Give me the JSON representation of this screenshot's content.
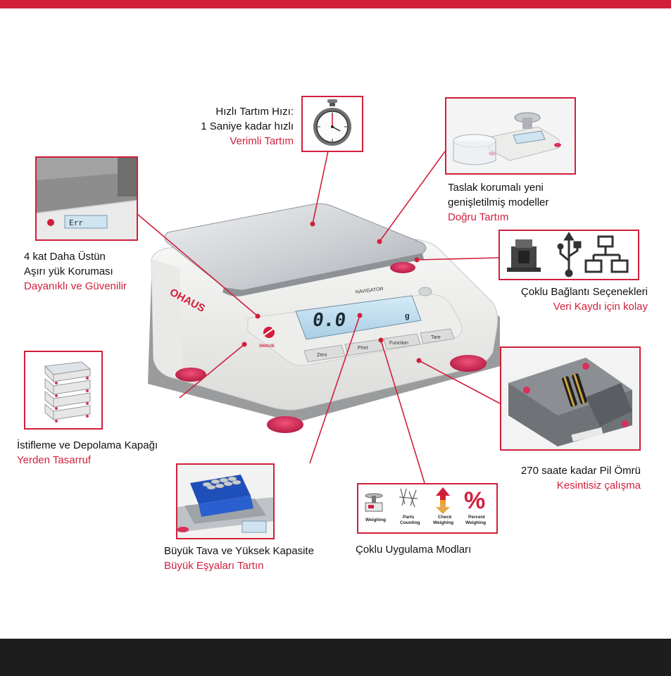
{
  "brand": {
    "logo_text": "OHAUS",
    "model_text": "NAVIGATOR",
    "accent_color": "#d11f3b",
    "foot_color": "#e0305a"
  },
  "display": {
    "reading": "0.0",
    "unit": "g",
    "buttons": [
      "Zero",
      "Print",
      "Function",
      "Tare"
    ]
  },
  "icons": {
    "stopwatch": "stopwatch-icon",
    "connectivity": [
      "rs232-port-icon",
      "usb-icon",
      "ethernet-network-icon"
    ]
  },
  "features": {
    "speed": {
      "line1": "Hızlı Tartım Hızı:",
      "line2": "1 Saniye kadar hızlı",
      "highlight": "Verimli Tartım"
    },
    "draft": {
      "line1": "Taslak korumalı yeni",
      "line2": "genişletilmiş modeller",
      "highlight": "Doğru Tartım"
    },
    "overload": {
      "line1": "4 kat Daha Üstün",
      "line2": "Aşırı yük Koruması",
      "highlight": "Dayanıklı ve Güvenilir",
      "screen_text": "Err"
    },
    "connectivity": {
      "line1": "Çoklu Bağlantı Seçenekleri",
      "highlight": "Veri Kaydı için kolay"
    },
    "stacking": {
      "line1": "İstifleme ve Depolama Kapağı",
      "highlight": "Yerden Tasarruf"
    },
    "battery": {
      "line1": "270 saate kadar Pil Ömrü",
      "highlight": "Kesintisiz çalışma"
    },
    "capacity": {
      "line1": "Büyük Tava ve Yüksek Kapasite",
      "highlight": "Büyük Eşyaları Tartın"
    },
    "modes": {
      "line1": "Çoklu Uygulama Modları",
      "items": [
        {
          "label1": "Weighing",
          "label2": ""
        },
        {
          "label1": "Parts",
          "label2": "Counting"
        },
        {
          "label1": "Check",
          "label2": "Weighing"
        },
        {
          "label1": "Percent",
          "label2": "Weighing"
        }
      ],
      "percent_symbol": "%"
    }
  }
}
